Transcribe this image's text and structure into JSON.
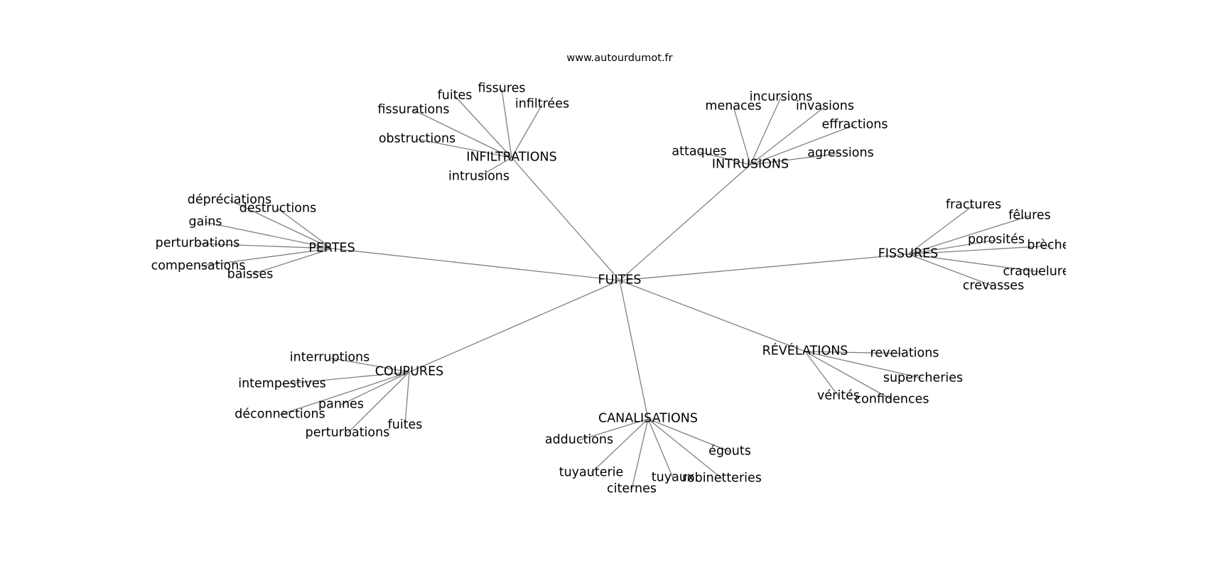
{
  "source": "www.autourdumot.fr",
  "colors": {
    "edge": "#808080",
    "text": "#000000",
    "background": "#ffffff"
  },
  "graph": {
    "root": "FUITES",
    "groups": [
      {
        "label": "INFILTRATIONS",
        "children": [
          "fuites",
          "fissures",
          "infiltrées",
          "fissurations",
          "obstructions",
          "intrusions"
        ]
      },
      {
        "label": "INTRUSIONS",
        "children": [
          "menaces",
          "incursions",
          "invasions",
          "effractions",
          "attaques",
          "agressions"
        ]
      },
      {
        "label": "PERTES",
        "children": [
          "dépréciations",
          "destructions",
          "gains",
          "perturbations",
          "compensations",
          "baisses"
        ]
      },
      {
        "label": "FISSURES",
        "children": [
          "fractures",
          "fêlures",
          "porosités",
          "brèches",
          "craquelures",
          "crevasses"
        ]
      },
      {
        "label": "RÉVÉLATIONS",
        "children": [
          "revelations",
          "supercheries",
          "vérités",
          "confidences"
        ]
      },
      {
        "label": "COUPURES",
        "children": [
          "interruptions",
          "intempestives",
          "pannes",
          "déconnections",
          "perturbations",
          "fuites"
        ]
      },
      {
        "label": "CANALISATIONS",
        "children": [
          "adductions",
          "égouts",
          "tuyauterie",
          "tuyaux",
          "robinetteries",
          "citernes"
        ]
      }
    ]
  }
}
